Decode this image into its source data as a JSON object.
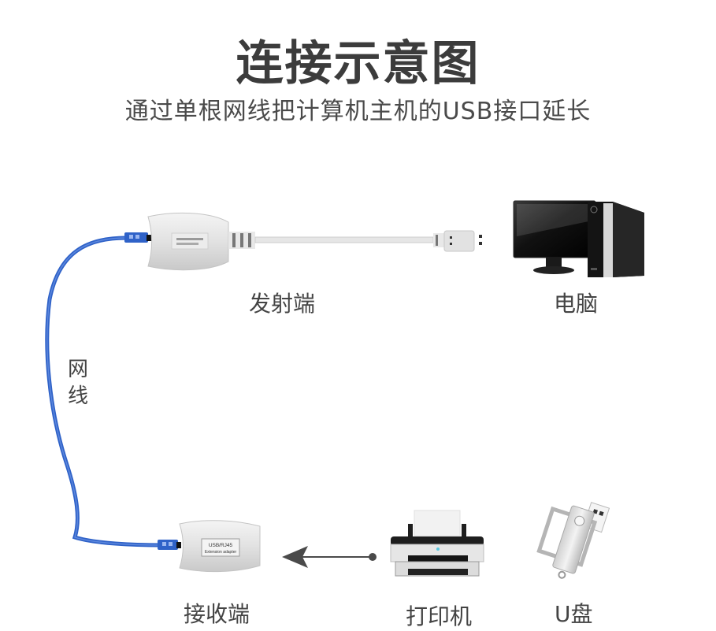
{
  "header": {
    "title": "连接示意图",
    "subtitle": "通过单根网线把计算机主机的USB接口延长"
  },
  "nodes": {
    "transmitter": {
      "label": "发射端",
      "icon": "usb-extender-transmitter-icon"
    },
    "computer": {
      "label": "电脑",
      "icon": "desktop-computer-icon"
    },
    "cable": {
      "label_line1": "网",
      "label_line2": "线",
      "icon": "network-cable-icon"
    },
    "receiver": {
      "label": "接收端",
      "icon": "usb-extender-receiver-icon",
      "device_text_line1": "USB/RJ45",
      "device_text_line2": "Extension adapter"
    },
    "printer": {
      "label": "打印机",
      "icon": "printer-icon"
    },
    "usb_drive": {
      "label": "U盘",
      "icon": "usb-flash-drive-icon"
    }
  },
  "colors": {
    "cable_blue": "#2f62c8",
    "text": "#444444",
    "arrow": "#4a4a4a"
  }
}
